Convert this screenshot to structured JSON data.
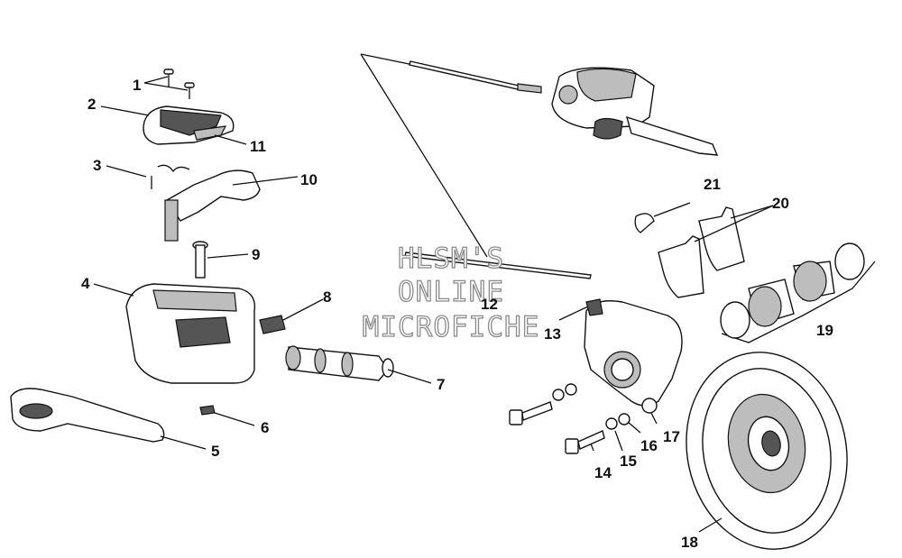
{
  "watermark": {
    "line1": "HLSM'S",
    "line2": "ONLINE",
    "line3": "MICROFICHE"
  },
  "parts": [
    {
      "id": "p1",
      "number": "1"
    },
    {
      "id": "p2",
      "number": "2"
    },
    {
      "id": "p3",
      "number": "3"
    },
    {
      "id": "p4",
      "number": "4"
    },
    {
      "id": "p5",
      "number": "5"
    },
    {
      "id": "p6",
      "number": "6"
    },
    {
      "id": "p7",
      "number": "7"
    },
    {
      "id": "p8",
      "number": "8"
    },
    {
      "id": "p9",
      "number": "9"
    },
    {
      "id": "p10",
      "number": "10"
    },
    {
      "id": "p11",
      "number": "11"
    },
    {
      "id": "p12",
      "number": "12"
    },
    {
      "id": "p13",
      "number": "13"
    },
    {
      "id": "p14",
      "number": "14"
    },
    {
      "id": "p15",
      "number": "15"
    },
    {
      "id": "p16",
      "number": "16"
    },
    {
      "id": "p17",
      "number": "17"
    },
    {
      "id": "p18",
      "number": "18"
    },
    {
      "id": "p19",
      "number": "19"
    },
    {
      "id": "p20",
      "number": "20"
    },
    {
      "id": "p21",
      "number": "21"
    }
  ]
}
